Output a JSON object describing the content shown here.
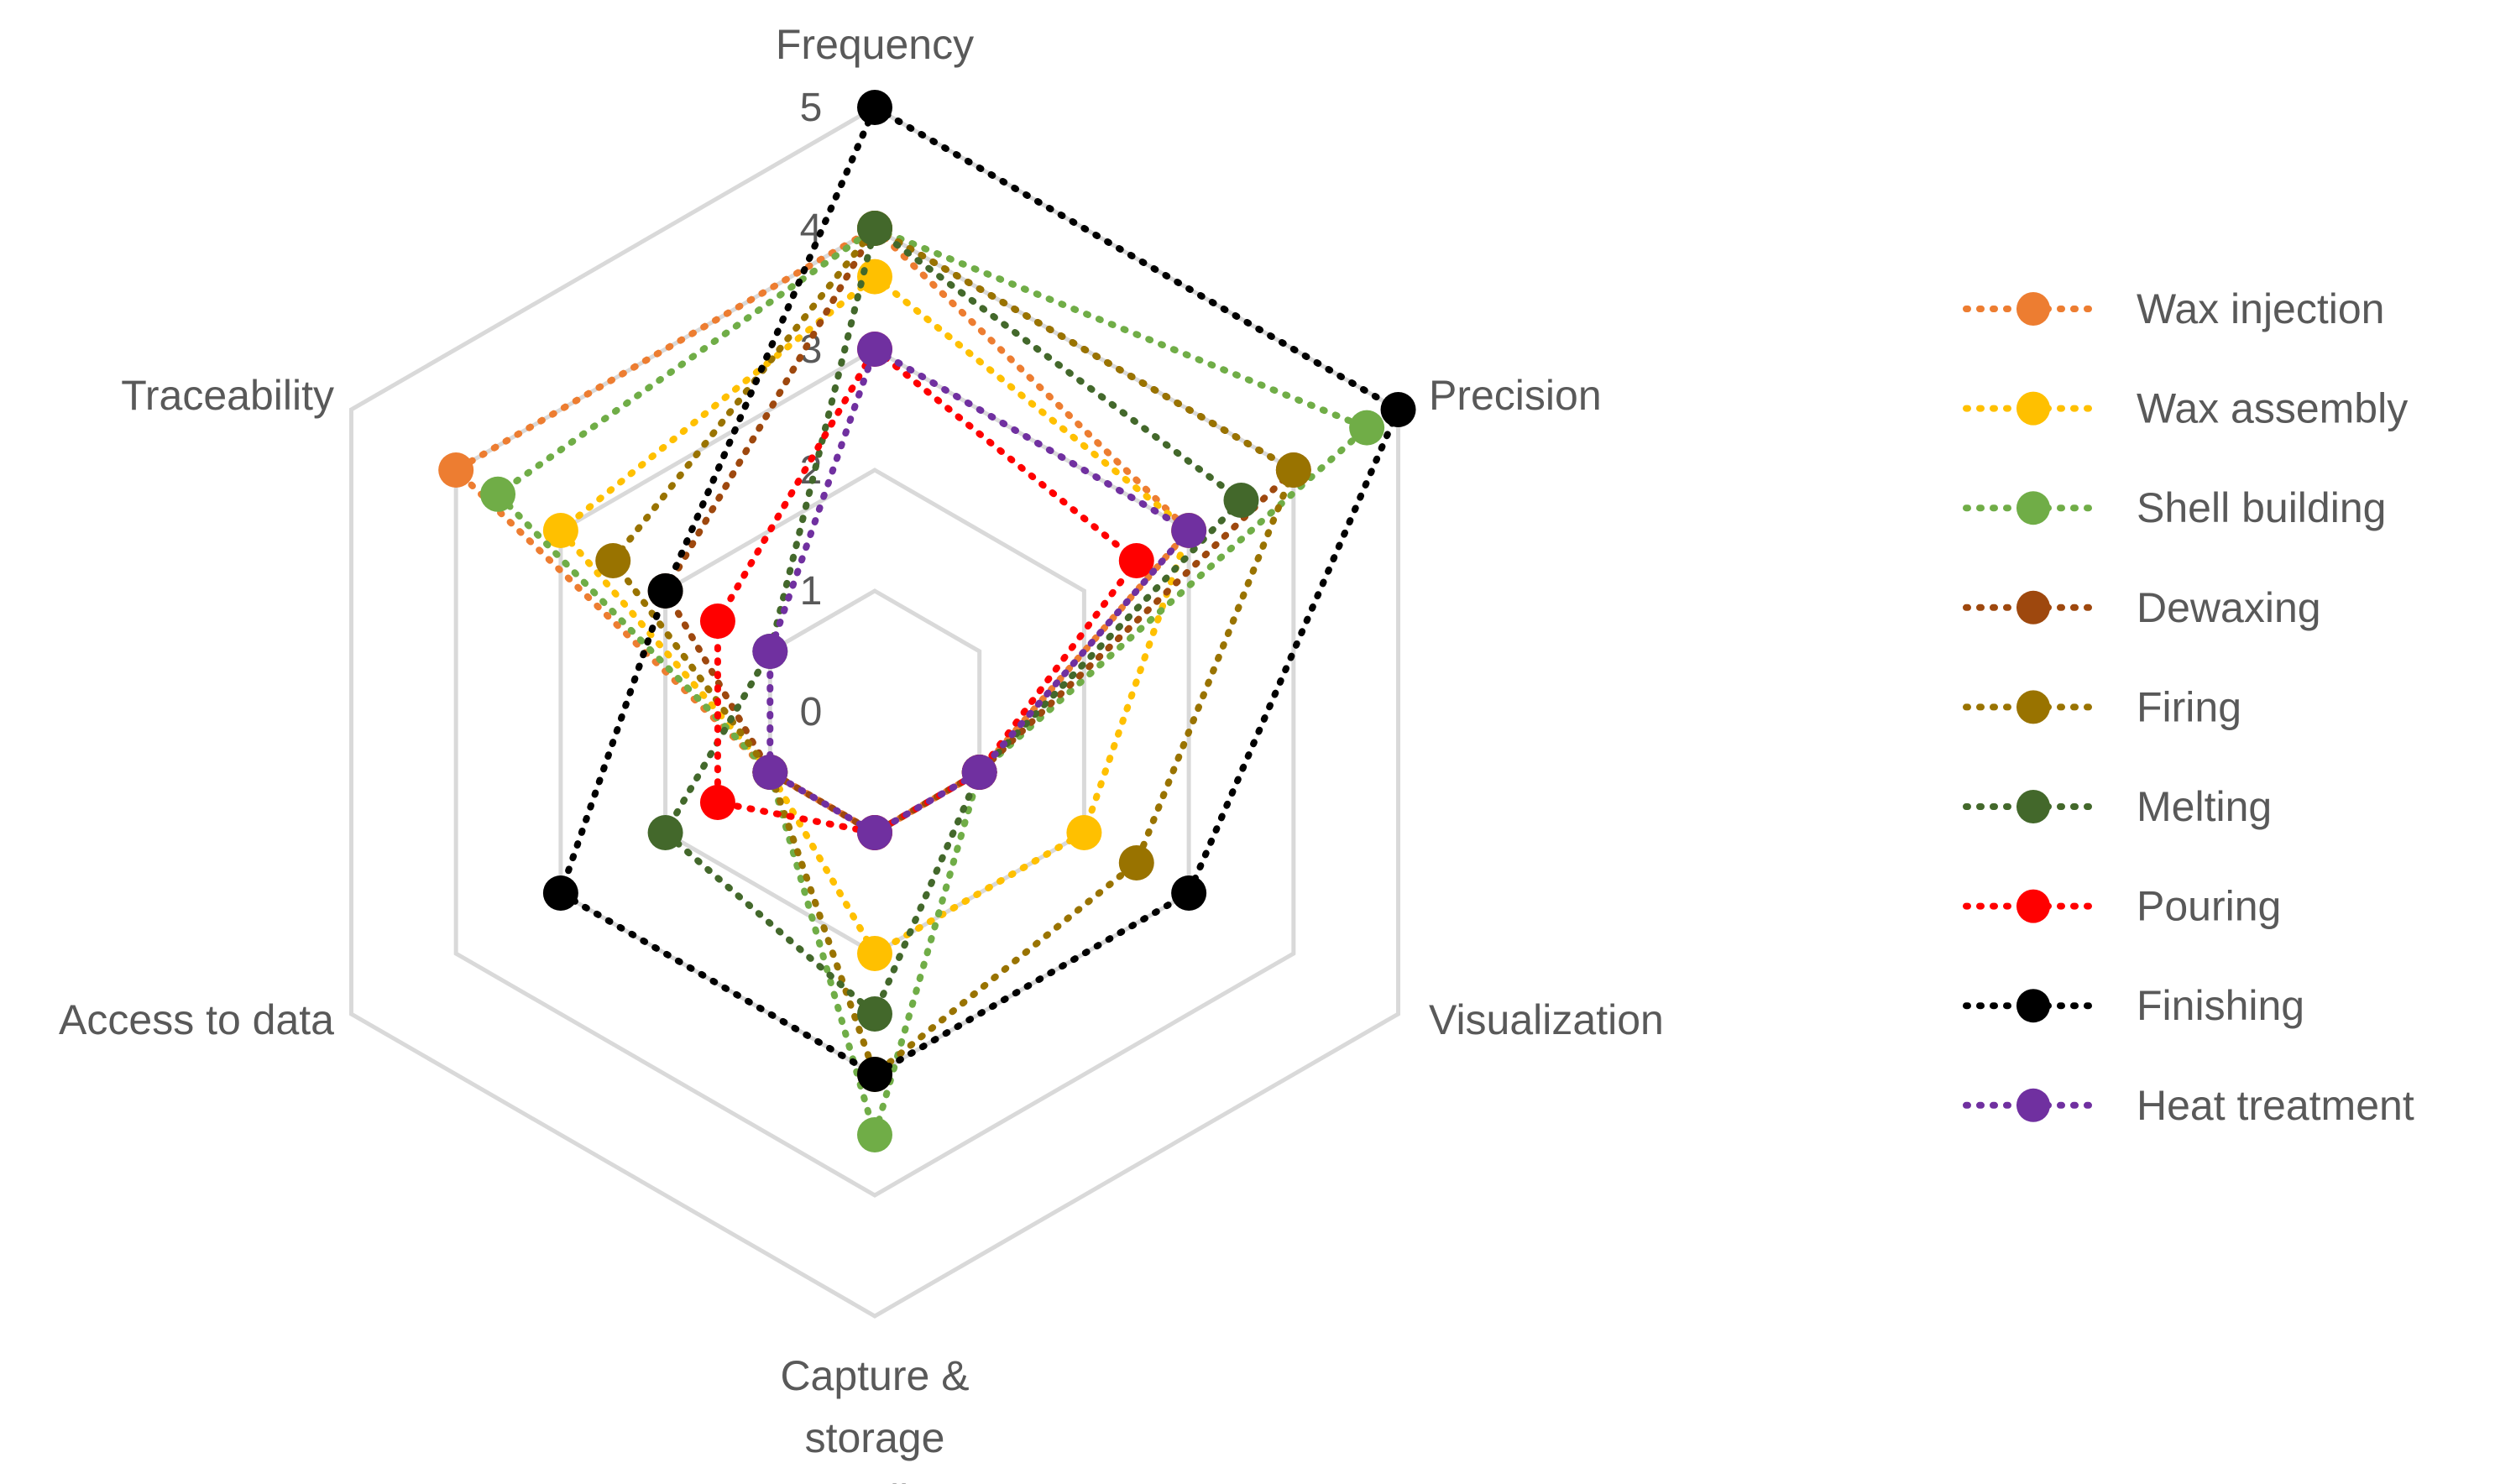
{
  "chart_data": {
    "type": "radar",
    "axes": [
      "Frequency",
      "Precision",
      "Visualization",
      "Capture & storage media",
      "Access to data",
      "Traceability"
    ],
    "axis_label_lines": [
      [
        "Frequency"
      ],
      [
        "Precision"
      ],
      [
        "Visualization"
      ],
      [
        "Capture &",
        "storage"
      ],
      [
        "Access to data"
      ],
      [
        "Traceability"
      ]
    ],
    "axis_label_extra_lines": [
      [],
      [],
      [],
      [
        "media"
      ],
      [],
      []
    ],
    "range": [
      0,
      5
    ],
    "ticks": [
      "0",
      "1",
      "2",
      "3",
      "4",
      "5"
    ],
    "grid": true,
    "legend_position": "right",
    "series": [
      {
        "name": "Wax injection",
        "color": "#ED7D31",
        "values": [
          4.0,
          3.0,
          1.0,
          1.0,
          1.0,
          4.0
        ]
      },
      {
        "name": "Wax assembly",
        "color": "#FFC000",
        "values": [
          3.6,
          3.0,
          2.0,
          2.0,
          1.0,
          3.0
        ]
      },
      {
        "name": "Shell building",
        "color": "#70AD47",
        "values": [
          4.0,
          4.7,
          1.0,
          3.5,
          1.0,
          3.6
        ]
      },
      {
        "name": "Dewaxing",
        "color": "#9E480E",
        "values": [
          4.0,
          4.0,
          1.0,
          1.0,
          1.0,
          2.0
        ]
      },
      {
        "name": "Firing",
        "color": "#997300",
        "values": [
          4.0,
          4.0,
          2.5,
          3.0,
          1.0,
          2.5
        ]
      },
      {
        "name": "Melting",
        "color": "#43682B",
        "values": [
          4.0,
          3.5,
          1.0,
          2.5,
          2.0,
          1.0
        ]
      },
      {
        "name": "Pouring",
        "color": "#FF0000",
        "values": [
          3.0,
          2.5,
          1.0,
          1.0,
          1.5,
          1.5
        ]
      },
      {
        "name": "Finishing",
        "color": "#000000",
        "values": [
          5.0,
          5.0,
          3.0,
          3.0,
          3.0,
          2.0
        ]
      },
      {
        "name": "Heat treatment",
        "color": "#7030A0",
        "values": [
          3.0,
          3.0,
          1.0,
          1.0,
          1.0,
          1.0
        ]
      }
    ]
  }
}
